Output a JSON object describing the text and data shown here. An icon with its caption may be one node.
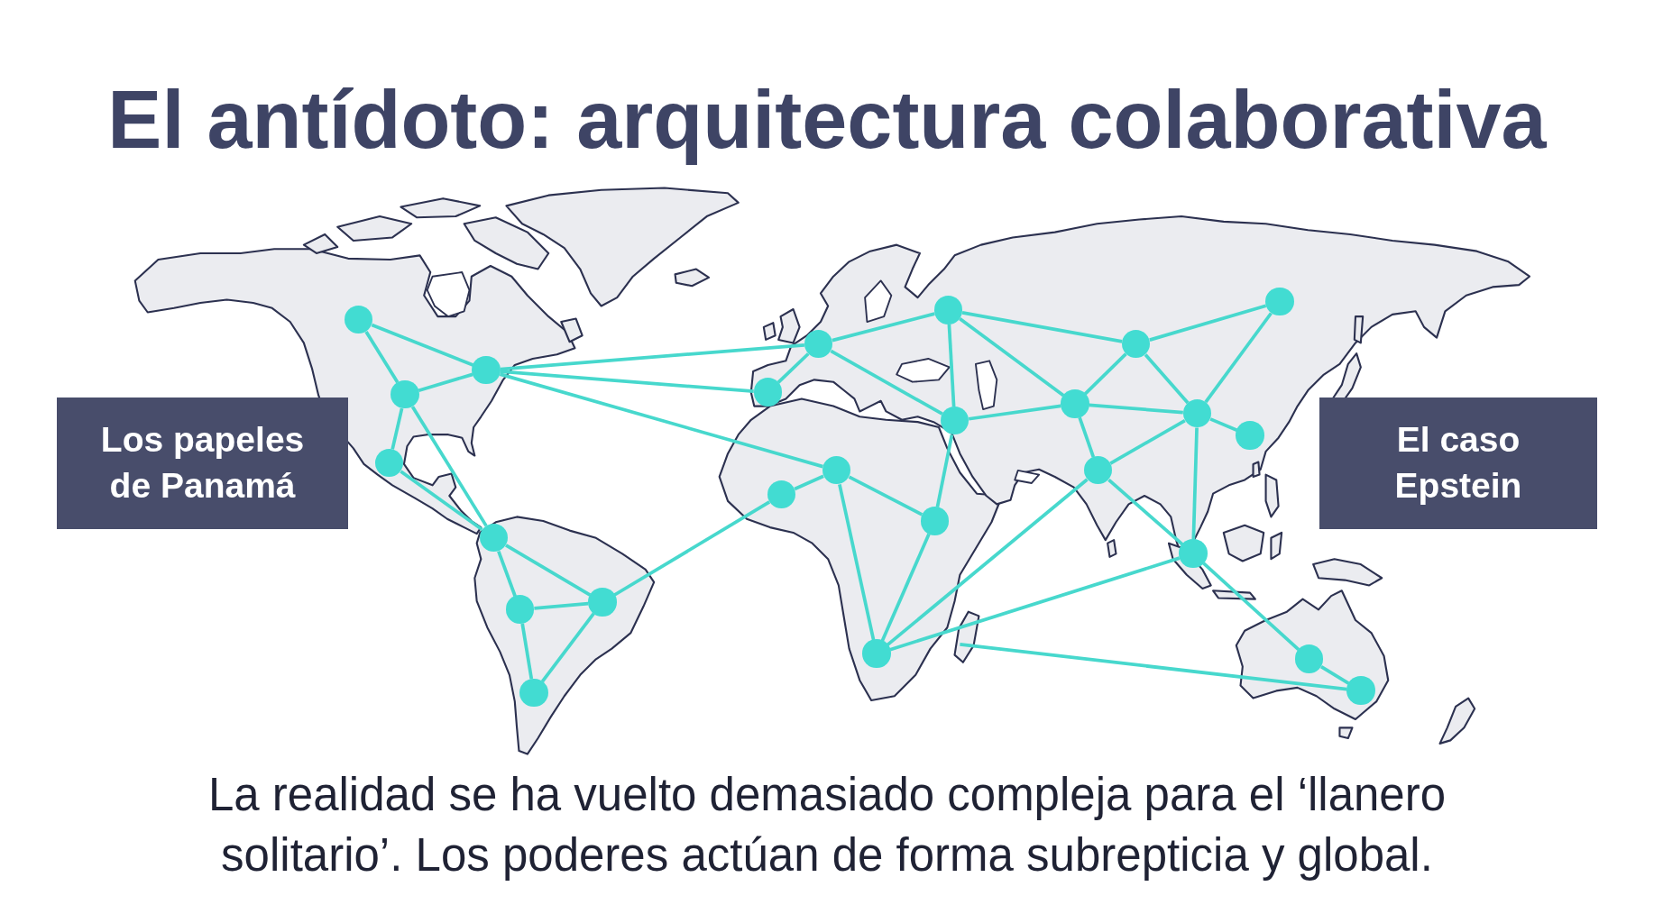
{
  "diagram": {
    "title": "El antídoto: arquitectura colaborativa",
    "caption": "La realidad se ha vuelto demasiado compleja para el ‘llanero solitario’. Los poderes actúan de forma subrepticia y global.",
    "nodes": [
      {
        "text": [
          "Los papeles de Panamá"
        ]
      },
      {
        "text": [
          "El caso Epstein"
        ]
      },
      {
        "text": [],
        "shape": "circle"
      },
      {
        "text": [],
        "shape": "circle"
      },
      {
        "text": [],
        "shape": "circle"
      },
      {
        "text": [],
        "shape": "circle"
      },
      {
        "text": [],
        "shape": "circle"
      },
      {
        "text": [],
        "shape": "circle"
      },
      {
        "text": [],
        "shape": "circle"
      },
      {
        "text": [],
        "shape": "circle"
      },
      {
        "text": [],
        "shape": "circle"
      },
      {
        "text": [],
        "shape": "circle"
      },
      {
        "text": [],
        "shape": "circle"
      },
      {
        "text": [],
        "shape": "circle"
      },
      {
        "text": [],
        "shape": "circle"
      },
      {
        "text": [],
        "shape": "circle"
      },
      {
        "text": [],
        "shape": "circle"
      },
      {
        "text": [],
        "shape": "circle"
      },
      {
        "text": [],
        "shape": "circle"
      },
      {
        "text": [],
        "shape": "circle"
      },
      {
        "text": [],
        "shape": "circle"
      },
      {
        "text": [],
        "shape": "circle"
      },
      {
        "text": [],
        "shape": "circle"
      },
      {
        "text": [],
        "shape": "circle"
      },
      {
        "text": [],
        "shape": "circle"
      },
      {
        "text": [],
        "shape": "circle"
      },
      {
        "text": [],
        "shape": "circle"
      }
    ],
    "edges": [
      {
        "from": 2,
        "to": 3,
        "arrow": "none"
      },
      {
        "from": 2,
        "to": 4,
        "arrow": "none"
      },
      {
        "from": 4,
        "to": 3,
        "arrow": "none"
      },
      {
        "from": 4,
        "to": 5,
        "arrow": "none"
      },
      {
        "from": 4,
        "to": 6,
        "arrow": "none"
      },
      {
        "from": 5,
        "to": 6,
        "arrow": "none"
      },
      {
        "from": 6,
        "to": 7,
        "arrow": "none"
      },
      {
        "from": 6,
        "to": 8,
        "arrow": "none"
      },
      {
        "from": 7,
        "to": 8,
        "arrow": "none"
      },
      {
        "from": 7,
        "to": 9,
        "arrow": "none"
      },
      {
        "from": 8,
        "to": 9,
        "arrow": "none"
      },
      {
        "from": 8,
        "to": 14,
        "arrow": "none"
      },
      {
        "from": 3,
        "to": 10,
        "arrow": "none"
      },
      {
        "from": 3,
        "to": 11,
        "arrow": "none"
      },
      {
        "from": 3,
        "to": 15,
        "arrow": "none"
      },
      {
        "from": 10,
        "to": 11,
        "arrow": "none"
      },
      {
        "from": 10,
        "to": 12,
        "arrow": "none"
      },
      {
        "from": 10,
        "to": 13,
        "arrow": "none"
      },
      {
        "from": 12,
        "to": 13,
        "arrow": "none"
      },
      {
        "from": 12,
        "to": 18,
        "arrow": "none"
      },
      {
        "from": 12,
        "to": 20,
        "arrow": "none"
      },
      {
        "from": 13,
        "to": 20,
        "arrow": "none"
      },
      {
        "from": 13,
        "to": 16,
        "arrow": "none"
      },
      {
        "from": 14,
        "to": 15,
        "arrow": "none"
      },
      {
        "from": 15,
        "to": 16,
        "arrow": "none"
      },
      {
        "from": 15,
        "to": 17,
        "arrow": "none"
      },
      {
        "from": 16,
        "to": 17,
        "arrow": "none"
      },
      {
        "from": 17,
        "to": 23,
        "arrow": "none"
      },
      {
        "from": 17,
        "to": 24,
        "arrow": "none"
      },
      {
        "from": 18,
        "to": 19,
        "arrow": "none"
      },
      {
        "from": 18,
        "to": 20,
        "arrow": "none"
      },
      {
        "from": 18,
        "to": 21,
        "arrow": "none"
      },
      {
        "from": 19,
        "to": 21,
        "arrow": "none"
      },
      {
        "from": 20,
        "to": 21,
        "arrow": "none"
      },
      {
        "from": 20,
        "to": 23,
        "arrow": "none"
      },
      {
        "from": 23,
        "to": 21,
        "arrow": "none"
      },
      {
        "from": 21,
        "to": 22,
        "arrow": "none"
      },
      {
        "from": 21,
        "to": 24,
        "arrow": "none"
      },
      {
        "from": 23,
        "to": 24,
        "arrow": "none"
      },
      {
        "from": 24,
        "to": 25,
        "arrow": "none"
      },
      {
        "from": 25,
        "to": 26,
        "arrow": "none"
      },
      {
        "from": null,
        "to": 26,
        "arrow": "none"
      }
    ]
  }
}
